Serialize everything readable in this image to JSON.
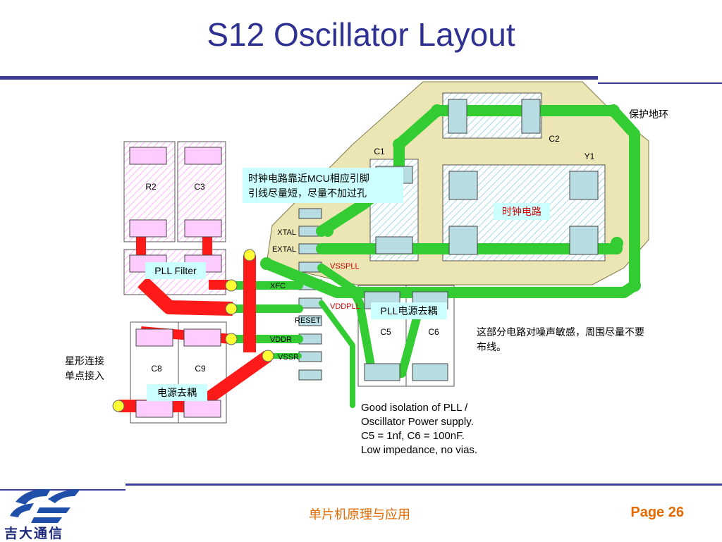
{
  "title": "S12 Oscillator Layout",
  "components": {
    "r2": "R2",
    "c3": "C3",
    "c1": "C1",
    "c2": "C2",
    "y1": "Y1",
    "c5": "C5",
    "c6": "C6",
    "c8": "C8",
    "c9": "C9"
  },
  "pins": {
    "xtal": "XTAL",
    "extal": "EXTAL",
    "vsspll": "VSSPLL",
    "xfc": "XFC",
    "vddpll": "VDDPLL",
    "reset": "RESET",
    "vddr": "VDDR",
    "vssr": "VSSR"
  },
  "labels": {
    "pll_filter": "PLL Filter",
    "guard_ring": "保护地环",
    "clock_circuit": "时钟电路",
    "clock_note_line1": "时钟电路靠近MCU相应引脚",
    "clock_note_line2": "引线尽量短，尽量不加过孔",
    "pll_decoupling": "PLL电源去耦",
    "power_decoupling": "电源去耦",
    "noise_note_line1": "这部分电路对噪声敏感，周围尽量不要",
    "noise_note_line2": "布线。",
    "star_line1": "星形连接",
    "star_line2": "单点接入",
    "isolation_lines": [
      "Good isolation of PLL /",
      "Oscillator Power supply.",
      "C5 = 1nf, C6 = 100nF.",
      "Low impedance, no vias."
    ]
  },
  "footer": {
    "course": "单片机原理与应用",
    "page_label": "Page",
    "page_number": "26",
    "logo_text": "吉大通信"
  },
  "colors": {
    "title": "#2e3192",
    "trace_green": "#33cc33",
    "trace_red": "#ff1a1a",
    "pad": "#b7dde3",
    "pink_pad": "#ffccff",
    "guard_fill": "#ece6b4",
    "accent_orange": "#e56a00",
    "label_red": "#cc0000"
  }
}
